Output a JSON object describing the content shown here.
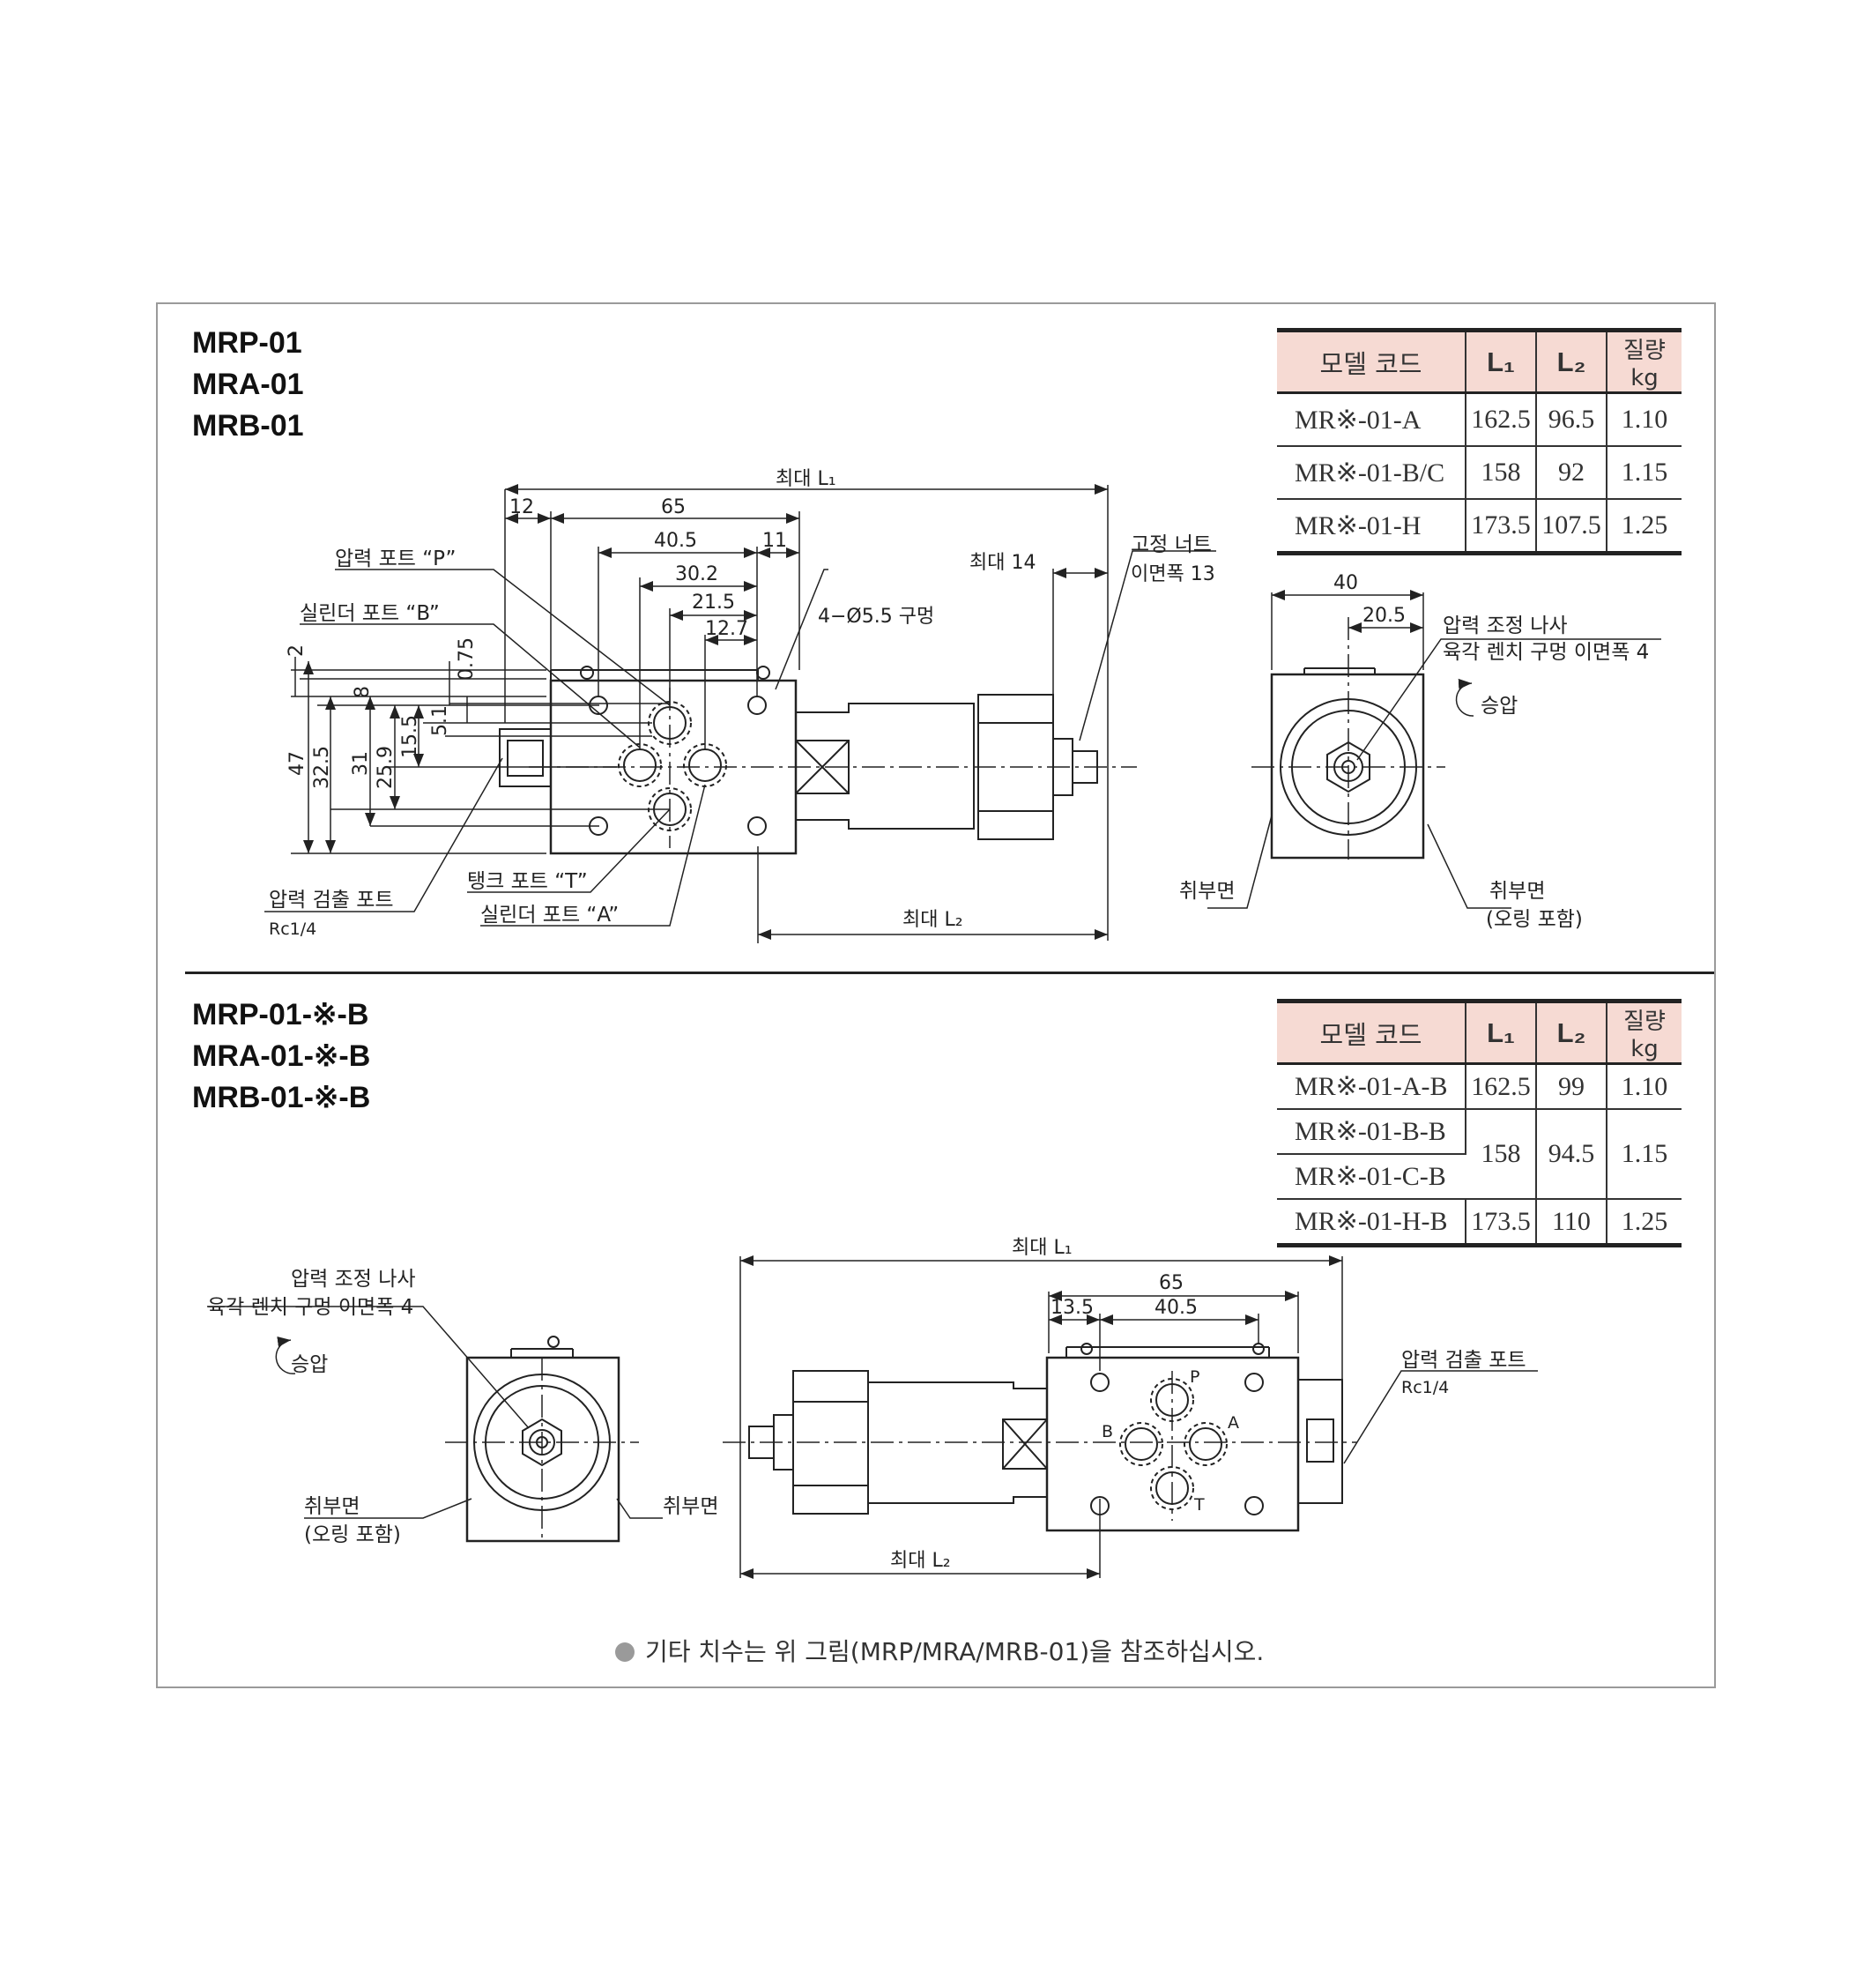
{
  "section_top": {
    "models": [
      "MRP-01",
      "MRA-01",
      "MRB-01"
    ],
    "table": {
      "headers": [
        "모델 코드",
        "L₁",
        "L₂",
        "질량 kg"
      ],
      "rows": [
        [
          "MR※-01-A",
          "162.5",
          "96.5",
          "1.10"
        ],
        [
          "MR※-01-B/C",
          "158",
          "92",
          "1.15"
        ],
        [
          "MR※-01-H",
          "173.5",
          "107.5",
          "1.25"
        ]
      ]
    },
    "labels": {
      "max_l1": "최대 L₁",
      "max_l2": "최대 L₂",
      "max_14": "최대 14",
      "fix_nut": "고정 너트",
      "across_flats_13": "이면폭 13",
      "pressure_port_p": "압력 포트 “P”",
      "cylinder_port_b": "실린더 포트 “B”",
      "holes": "4−Ø5.5 구멍",
      "pressure_detect_port": "압력 검출 포트",
      "rc": "Rc1/4",
      "tank_port_t": "탱크 포트 “T”",
      "cylinder_port_a": "실린더 포트 “A”",
      "adjust_screw": "압력 조정 나사",
      "hex_wrench": "육각 렌치 구멍 이면폭 4",
      "pressure_up": "승압",
      "mount_face": "취부면",
      "mount_face_oring": "취부면",
      "oring_incl": "(오링 포함)"
    },
    "dims": {
      "d65": "65",
      "d12": "12",
      "d40_5": "40.5",
      "d11": "11",
      "d30_2": "30.2",
      "d21_5": "21.5",
      "d12_7": "12.7",
      "d2": "2",
      "d0_75": "0.75",
      "d8": "8",
      "d5_1": "5.1",
      "d47": "47",
      "d32_5": "32.5",
      "d31": "31",
      "d25_9": "25.9",
      "d15_5": "15.5",
      "d40": "40",
      "d20_5": "20.5"
    }
  },
  "section_bottom": {
    "models": [
      "MRP-01-※-B",
      "MRA-01-※-B",
      "MRB-01-※-B"
    ],
    "table": {
      "headers": [
        "모델 코드",
        "L₁",
        "L₂",
        "질량 kg"
      ],
      "rows": [
        [
          "MR※-01-A-B",
          "162.5",
          "99",
          "1.10"
        ],
        [
          "MR※-01-B-B",
          "158",
          "94.5",
          "1.15"
        ],
        [
          "MR※-01-C-B"
        ],
        [
          "MR※-01-H-B",
          "173.5",
          "110",
          "1.25"
        ]
      ]
    },
    "labels": {
      "adjust_screw": "압력 조정 나사",
      "hex_wrench": "육각 렌치 구멍 이면폭 4",
      "pressure_up": "승압",
      "mount_face_oring": "취부면",
      "oring_incl": "(오링 포함)",
      "mount_face": "취부면",
      "max_l1": "최대 L₁",
      "max_l2": "최대 L₂",
      "pressure_detect_port": "압력 검출 포트",
      "rc": "Rc1/4",
      "port_p": "P",
      "port_a": "A",
      "port_b": "B",
      "port_t": "T"
    },
    "dims": {
      "d65": "65",
      "d13_5": "13.5",
      "d40_5": "40.5"
    }
  },
  "note": "기타 치수는 위 그림(MRP/MRA/MRB-01)을 참조하십시오."
}
